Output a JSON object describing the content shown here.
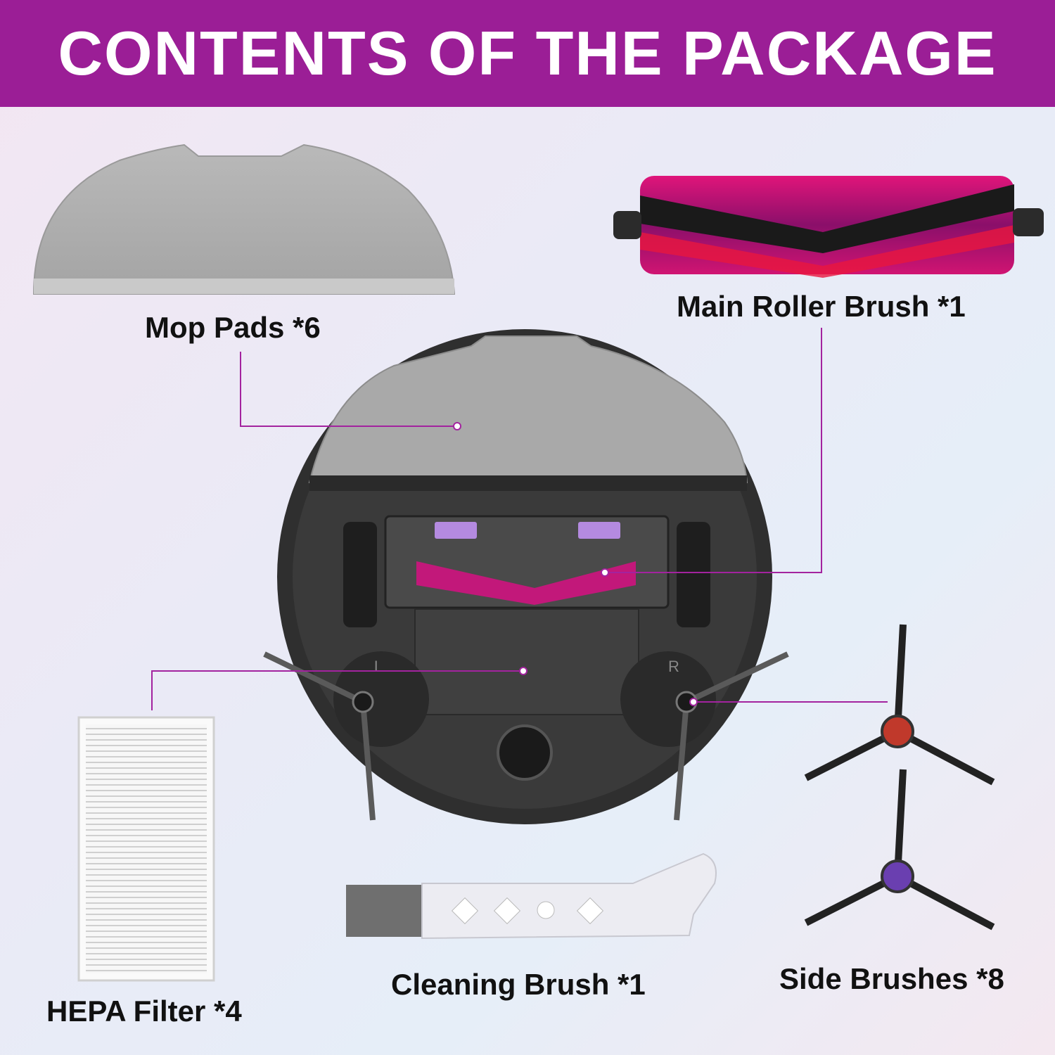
{
  "banner": {
    "title": "CONTENTS OF THE PACKAGE"
  },
  "colors": {
    "banner": "#9b1e96",
    "callout_line": "#a3239f",
    "brush_magenta": "#c2187a",
    "side_brush_red_hub": "#c0392b",
    "side_brush_purple_hub": "#6a3fb0"
  },
  "items": {
    "mop_pads": "Mop Pads *6",
    "main_roller_brush": "Main Roller Brush *1",
    "hepa_filter": "HEPA Filter *4",
    "cleaning_brush": "Cleaning Brush *1",
    "side_brushes": "Side Brushes *8"
  },
  "robot": {
    "left_mark": "L",
    "right_mark": "R"
  }
}
